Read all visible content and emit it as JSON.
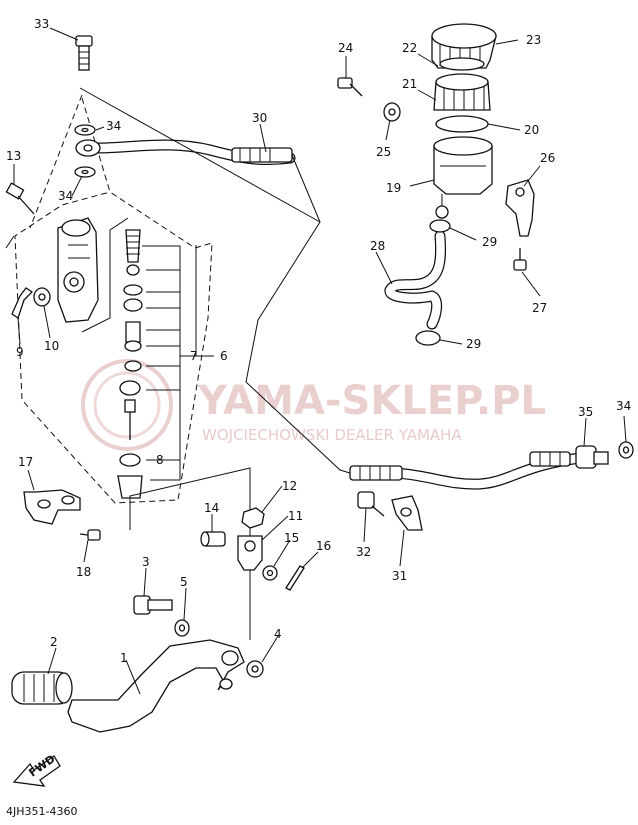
{
  "diagram_code": "4JH351-4360",
  "direction_label": "FWD",
  "watermark": {
    "title": "YAMA-SKLEP.PL",
    "subtitle": "WOJCIECHOWSKI DEALER YAMAHA",
    "color": "#d9a8a8"
  },
  "callouts": {
    "c1": "1",
    "c2": "2",
    "c3": "3",
    "c4": "4",
    "c5": "5",
    "c6": "6",
    "c7": "7",
    "c8": "8",
    "c9": "9",
    "c10": "10",
    "c11": "11",
    "c12": "12",
    "c13": "13",
    "c14": "14",
    "c15": "15",
    "c16": "16",
    "c17": "17",
    "c18": "18",
    "c19": "19",
    "c20": "20",
    "c21": "21",
    "c22": "22",
    "c23": "23",
    "c24": "24",
    "c25": "25",
    "c26": "26",
    "c27": "27",
    "c28": "28",
    "c29a": "29",
    "c29b": "29",
    "c30": "30",
    "c31": "31",
    "c32": "32",
    "c33": "33",
    "c34a": "34",
    "c34b": "34",
    "c34c": "34",
    "c35": "35"
  }
}
